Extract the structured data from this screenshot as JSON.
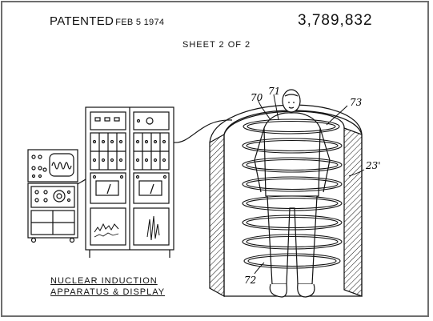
{
  "header": {
    "patented_label": "PATENTED",
    "date": "FEB 5 1974",
    "patent_number": "3,789,832",
    "sheet": "SHEET 2 OF 2"
  },
  "caption": {
    "line1": "NUCLEAR INDUCTION",
    "line2": "APPARATUS & DISPLAY"
  },
  "reference_numerals": {
    "r70": "70",
    "r71": "71",
    "r73": "73",
    "r23": "23'",
    "r72": "72"
  },
  "colors": {
    "ink": "#111111",
    "frame": "#6e6e6e",
    "paper": "#ffffff"
  }
}
